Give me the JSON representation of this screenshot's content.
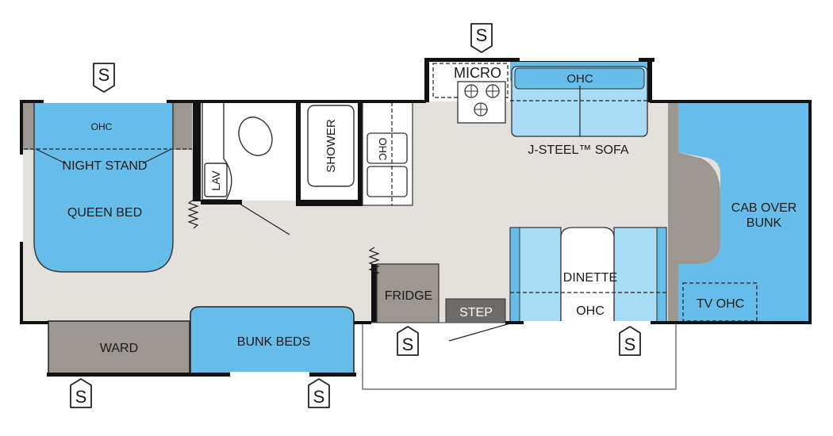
{
  "labels": {
    "micro": "MICRO",
    "ohc_sofa": "OHC",
    "sofa": "J-STEEL™ SOFA",
    "ohc_bed": "OHC",
    "night_stand": "NIGHT STAND",
    "queen_bed": "QUEEN BED",
    "lav": "LAV",
    "shower": "SHOWER",
    "ohc_kitchen": "OHC",
    "cab_over_bunk_1": "CAB OVER",
    "cab_over_bunk_2": "BUNK",
    "tv_ohc": "TV OHC",
    "dinette": "DINETTE",
    "ohc_dinette": "OHC",
    "fridge": "FRIDGE",
    "step": "STEP",
    "ward": "WARD",
    "bunk_beds": "BUNK BEDS"
  },
  "slide_marker_text": "S",
  "colors": {
    "floor": "#e4e1dc",
    "blue": "#66bde9",
    "light_blue": "#a8dcf4",
    "gray": "#9d9691",
    "dark_gray": "#6f6b68",
    "wall": "#111111"
  }
}
